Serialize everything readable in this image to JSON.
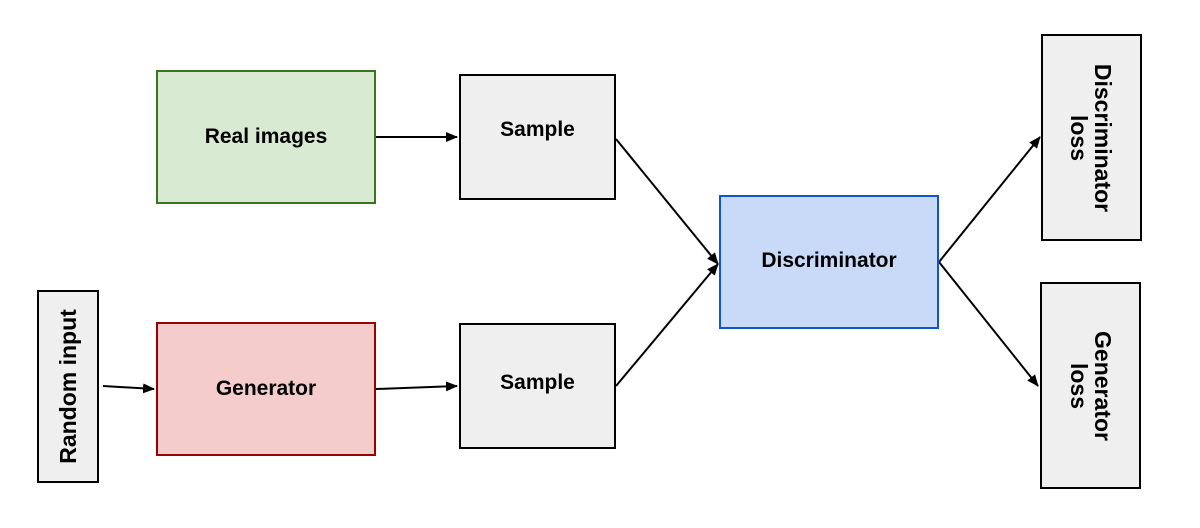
{
  "nodes": {
    "real_images": {
      "label": "Real images"
    },
    "sample_top": {
      "label": "Sample"
    },
    "random_input": {
      "label": "Random input"
    },
    "generator": {
      "label": "Generator"
    },
    "sample_bottom": {
      "label": "Sample"
    },
    "discriminator": {
      "label": "Discriminator"
    },
    "discriminator_loss": {
      "lines": [
        "Discriminator",
        "loss"
      ]
    },
    "generator_loss": {
      "lines": [
        "Generator",
        "loss"
      ]
    }
  },
  "colors": {
    "real_images_fill": "#d9ead3",
    "real_images_border": "#38761d",
    "generator_fill": "#f4cccc",
    "generator_border": "#990000",
    "discriminator_fill": "#c9daf8",
    "discriminator_border": "#1155cc",
    "neutral_fill": "#efefef",
    "neutral_border": "#000000"
  }
}
